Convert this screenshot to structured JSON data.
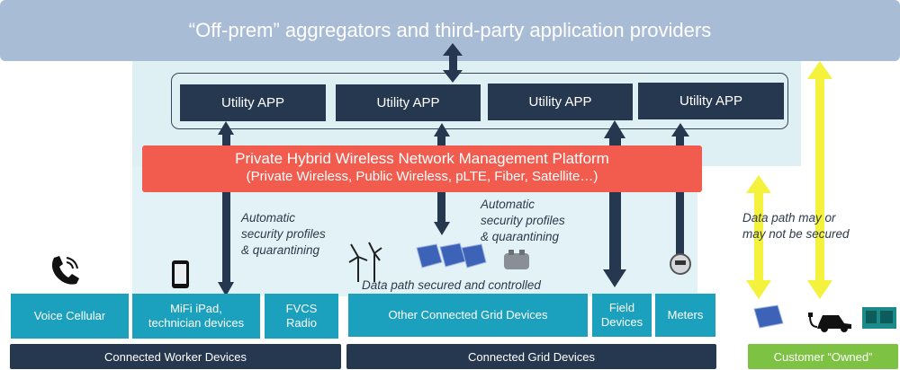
{
  "banner": {
    "title": "“Off-prem” aggregators and third-party application providers"
  },
  "apps": [
    "Utility APP",
    "Utility APP",
    "Utility APP",
    "Utility APP"
  ],
  "platform": {
    "title": "Private Hybrid Wireless Network Management Platform",
    "subtitle": "(Private Wireless, Public Wireless, pLTE, Fiber, Satellite…)"
  },
  "notes": {
    "security_left": [
      "Automatic",
      "security profiles",
      "& quarantining"
    ],
    "security_right": [
      "Automatic",
      "security profiles",
      "& quarantining"
    ],
    "data_path_secured": "Data path secured and controlled",
    "data_path_maybe": [
      "Data path may or",
      "may not be secured"
    ]
  },
  "devices": {
    "voice_cellular": "Voice Cellular",
    "mifi": [
      "MiFi iPad,",
      "technician devices"
    ],
    "fvcs": [
      "FVCS",
      "Radio"
    ],
    "other_grid": "Other Connected Grid Devices",
    "field": [
      "Field",
      "Devices"
    ],
    "meters": "Meters"
  },
  "categories": {
    "worker": "Connected Worker Devices",
    "grid": "Connected Grid Devices",
    "customer": "Customer “Owned”"
  },
  "icons": [
    "phone-icon",
    "mobile-device-icon",
    "wind-turbine-icon",
    "solar-panel-icon",
    "transformer-icon",
    "smart-meter-icon",
    "solar-panel-icon",
    "electric-car-icon",
    "generator-icon"
  ],
  "colors": {
    "banner": "#a9bcd6",
    "app": "#26384f",
    "platform": "#f25c4f",
    "device": "#1ba0bd",
    "category": "#26384f",
    "customer": "#7dc242",
    "yellow_arrow": "#f4f23c"
  }
}
